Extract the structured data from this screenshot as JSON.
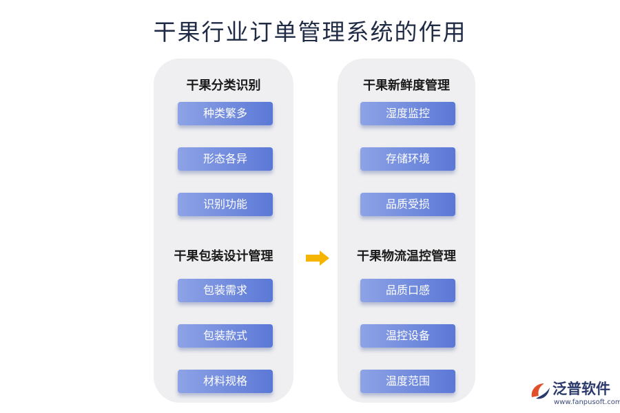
{
  "title": "干果行业订单管理系统的作用",
  "left_panel": {
    "sections": [
      {
        "heading": "干果分类识别",
        "items": [
          "种类繁多",
          "形态各异",
          "识别功能"
        ]
      },
      {
        "heading": "干果包装设计管理",
        "items": [
          "包装需求",
          "包装款式",
          "材料规格"
        ]
      }
    ]
  },
  "right_panel": {
    "sections": [
      {
        "heading": "干果新鲜度管理",
        "items": [
          "湿度监控",
          "存储环境",
          "品质受损"
        ]
      },
      {
        "heading": "干果物流温控管理",
        "items": [
          "品质口感",
          "温控设备",
          "温度范围"
        ]
      }
    ]
  },
  "connector": {
    "icon": "arrow-right-icon",
    "color": "#f5b400"
  },
  "colors": {
    "box_start": "#8ea3e6",
    "box_end": "#5b78d6",
    "panel_bg": "#efeff1"
  },
  "logo": {
    "name": "泛普软件",
    "url": "www.fanpusoft.com",
    "icon": "fanpu-logo-icon"
  }
}
